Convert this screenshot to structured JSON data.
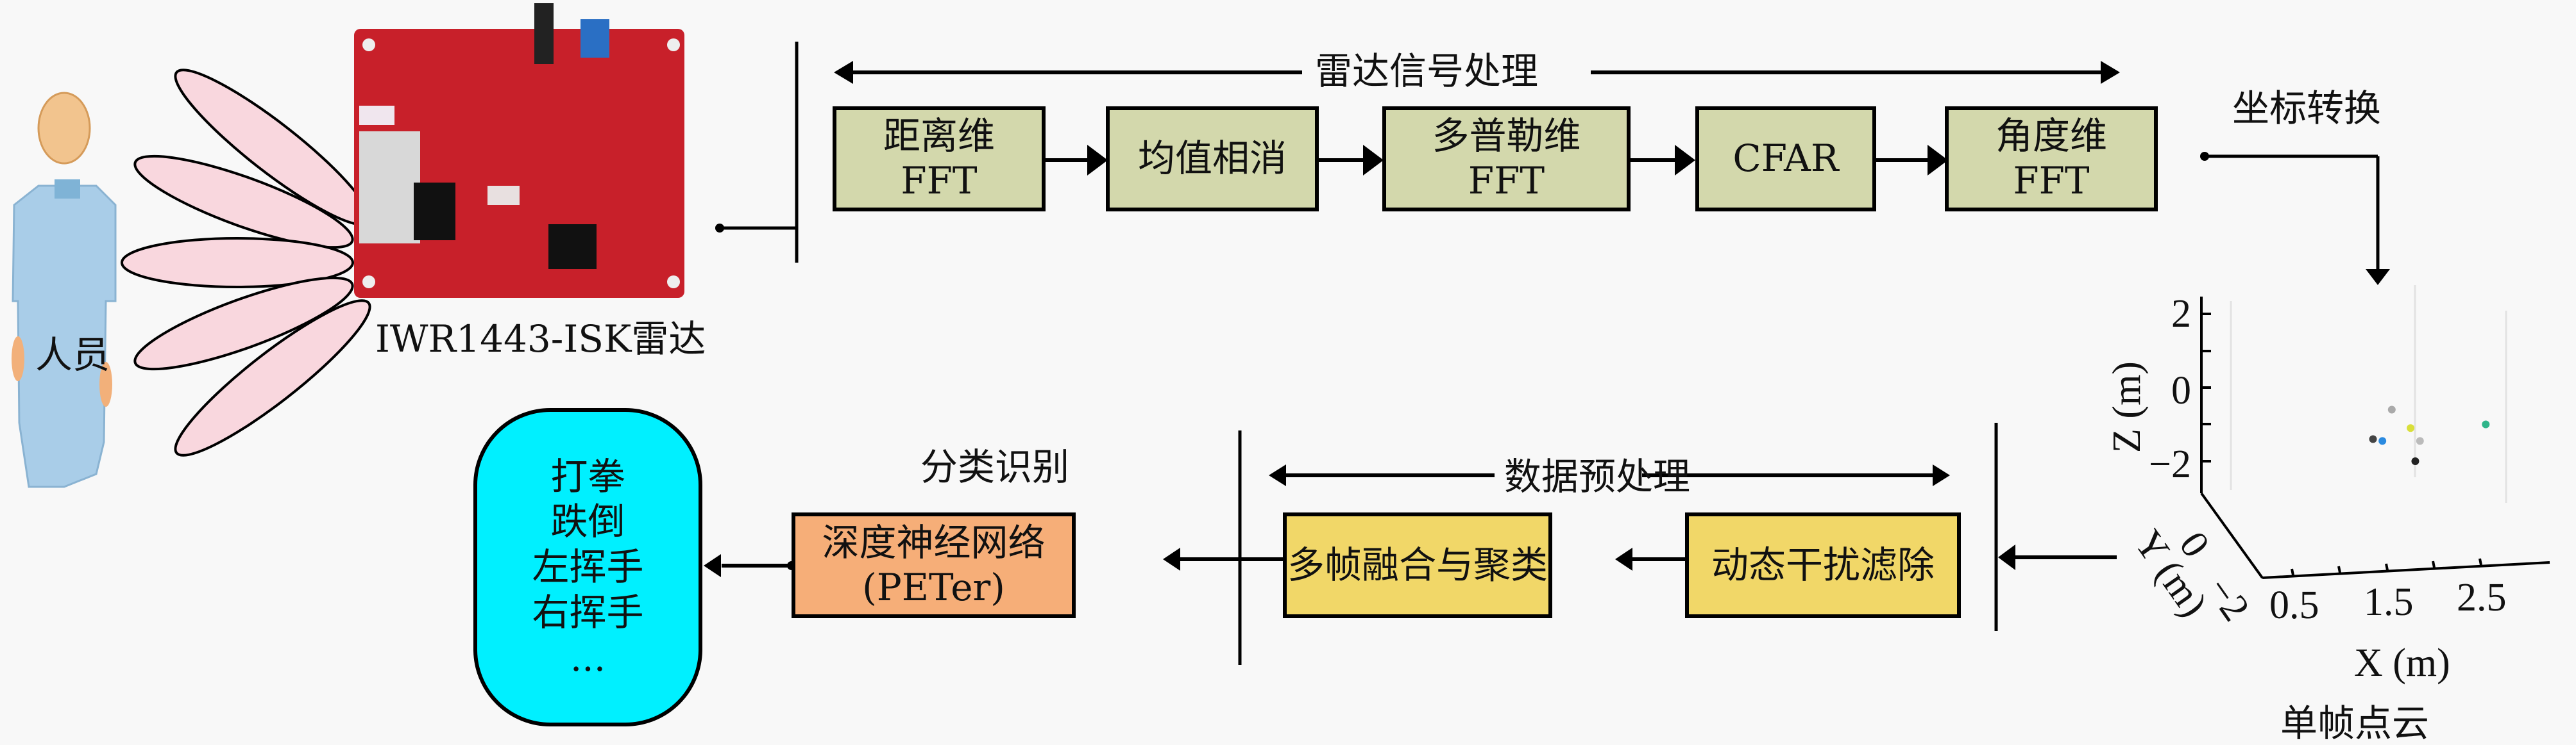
{
  "person": {
    "label": "人员",
    "icon": "person-figure-icon"
  },
  "radar": {
    "label": "IWR1443-ISK雷达",
    "icon": "radar-board-icon",
    "beam_icon": "radar-beam-lobes-icon"
  },
  "signal_processing": {
    "title": "雷达信号处理",
    "steps": [
      {
        "line1": "距离维",
        "line2": "FFT"
      },
      {
        "line1": "均值相消",
        "line2": ""
      },
      {
        "line1": "多普勒维",
        "line2": "FFT"
      },
      {
        "line1": "CFAR",
        "line2": ""
      },
      {
        "line1": "角度维",
        "line2": "FFT"
      }
    ],
    "color": "#d3d8ac"
  },
  "coordinate_transform": {
    "label": "坐标转换"
  },
  "point_cloud": {
    "caption": "单帧点云",
    "z_label": "Z (m)",
    "y_label": "Y (m)",
    "x_label": "X (m)",
    "z_ticks": [
      "2",
      "0",
      "−2"
    ],
    "y_ticks": [
      "0",
      "−2"
    ],
    "x_ticks": [
      "0.5",
      "1.5",
      "2.5"
    ],
    "points": [
      {
        "color": "#aaaaaa",
        "x": 1.55,
        "z": -0.6
      },
      {
        "color": "#444444",
        "x": 1.35,
        "z": -1.4
      },
      {
        "color": "#2a8ae0",
        "x": 1.45,
        "z": -1.45
      },
      {
        "color": "#d9df3a",
        "x": 1.75,
        "z": -1.1
      },
      {
        "color": "#bbbbbb",
        "x": 1.85,
        "z": -1.45
      },
      {
        "color": "#222222",
        "x": 1.8,
        "z": -2.0
      },
      {
        "color": "#2fb58a",
        "x": 2.55,
        "z": -1.0
      }
    ]
  },
  "preprocessing": {
    "title": "数据预处理",
    "steps": [
      "动态干扰滤除",
      "多帧融合与聚类"
    ],
    "color": "#f1d768"
  },
  "classification": {
    "title": "分类识别",
    "model_line1": "深度神经网络",
    "model_line2": "(PETer)",
    "color": "#f6ae78"
  },
  "outputs": {
    "items": [
      "打拳",
      "跌倒",
      "左挥手",
      "右挥手",
      "..."
    ],
    "color": "#00f0ff"
  }
}
